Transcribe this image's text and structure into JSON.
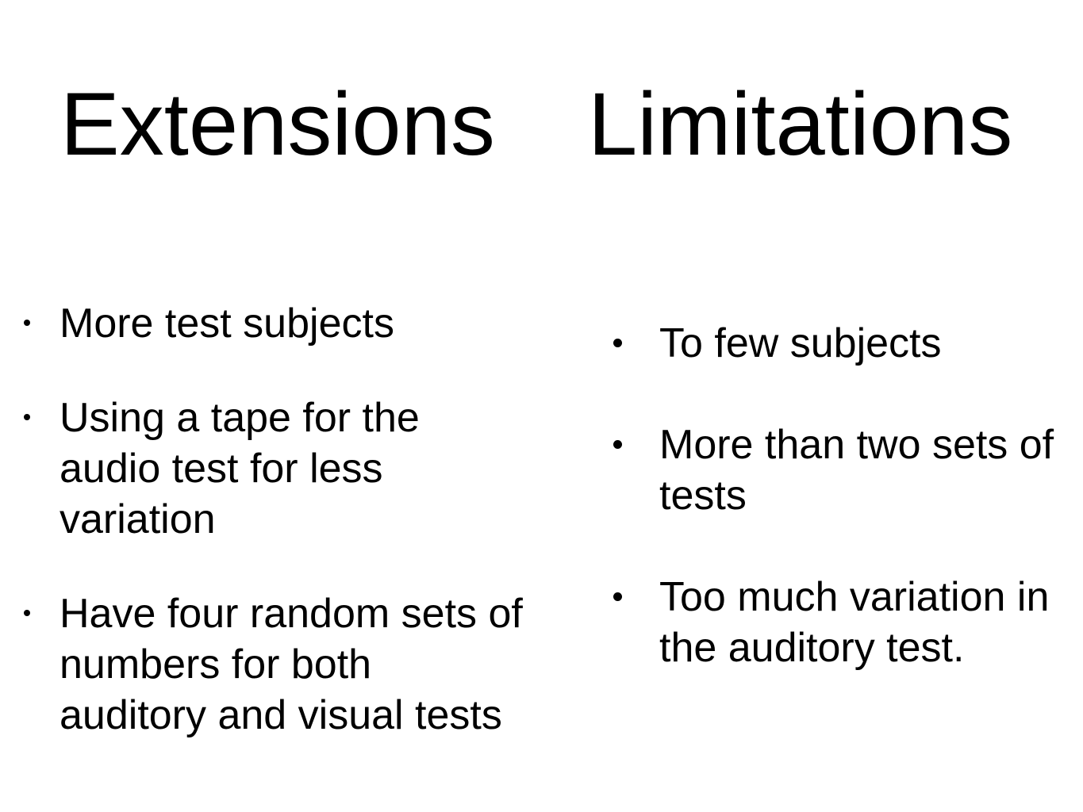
{
  "headings": {
    "left": "Extensions",
    "right": "Limitations"
  },
  "extensions": [
    "More test subjects",
    "Using a tape for the audio test for less variation",
    "Have four random sets of numbers for both auditory and visual tests"
  ],
  "limitations": [
    "To few subjects",
    "More than two sets of tests",
    "Too much variation in the auditory test."
  ]
}
